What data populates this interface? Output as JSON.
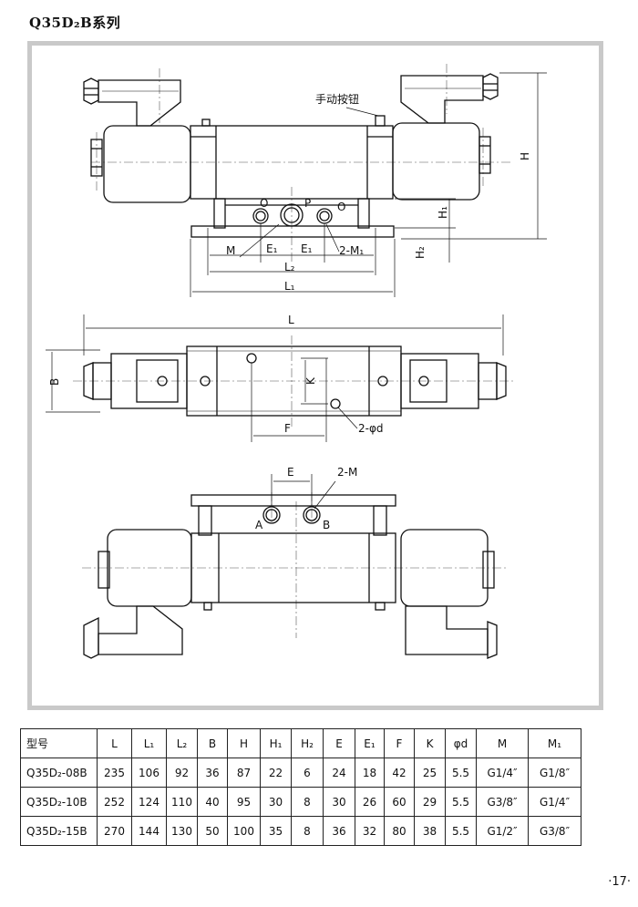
{
  "header": {
    "series_title": "Q35D₂B系列"
  },
  "drawing": {
    "front_view": {
      "manual_button_label": "手动按钮",
      "port_label_o_left": "O",
      "port_label_p": "P",
      "port_label_o_right": "O",
      "dim_m": "M",
      "dim_e1_left": "E₁",
      "dim_e1_right": "E₁",
      "dim_2m1": "2-M₁",
      "dim_l2": "L₂",
      "dim_l1": "L₁",
      "dim_h": "H",
      "dim_h1": "H₁",
      "dim_h2": "H₂"
    },
    "top_view": {
      "dim_l": "L",
      "dim_b": "B",
      "dim_k": "K",
      "dim_f": "F",
      "dim_2d": "2-φd"
    },
    "bottom_view": {
      "dim_e": "E",
      "dim_2m": "2-M",
      "port_a": "A",
      "port_b": "B"
    }
  },
  "spec_table": {
    "headers": [
      "型号",
      "L",
      "L₁",
      "L₂",
      "B",
      "H",
      "H₁",
      "H₂",
      "E",
      "E₁",
      "F",
      "K",
      "φd",
      "M",
      "M₁"
    ],
    "rows": [
      [
        "Q35D₂-08B",
        "235",
        "106",
        "92",
        "36",
        "87",
        "22",
        "6",
        "24",
        "18",
        "42",
        "25",
        "5.5",
        "G1/4″",
        "G1/8″"
      ],
      [
        "Q35D₂-10B",
        "252",
        "124",
        "110",
        "40",
        "95",
        "30",
        "8",
        "30",
        "26",
        "60",
        "29",
        "5.5",
        "G3/8″",
        "G1/4″"
      ],
      [
        "Q35D₂-15B",
        "270",
        "144",
        "130",
        "50",
        "100",
        "35",
        "8",
        "36",
        "32",
        "80",
        "38",
        "5.5",
        "G1/2″",
        "G3/8″"
      ]
    ]
  },
  "footer": {
    "page_number": "·17·"
  }
}
